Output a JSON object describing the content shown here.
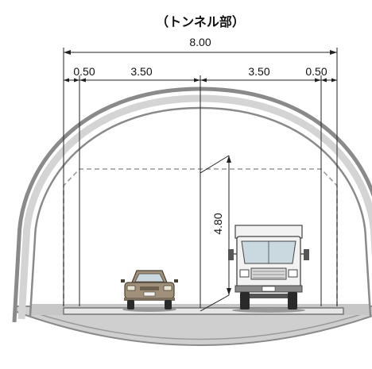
{
  "title": "（トンネル部）",
  "dimensions": {
    "total_width": "8.00",
    "left_shoulder": "0.50",
    "left_lane": "3.50",
    "right_lane": "3.50",
    "right_shoulder": "0.50",
    "clearance_height": "4.80"
  },
  "colors": {
    "lining_dark": "#8a8a8a",
    "lining_light": "#d4d4d4",
    "ground": "#c7c7c7",
    "road": "#e6e6e6",
    "dim_line": "#222222",
    "clearance_dash": "#9a9a9a",
    "car_body": "#a0907a",
    "truck_body": "#f2f2f2"
  },
  "vehicles": {
    "car": "passenger-car-icon",
    "truck": "truck-icon"
  }
}
